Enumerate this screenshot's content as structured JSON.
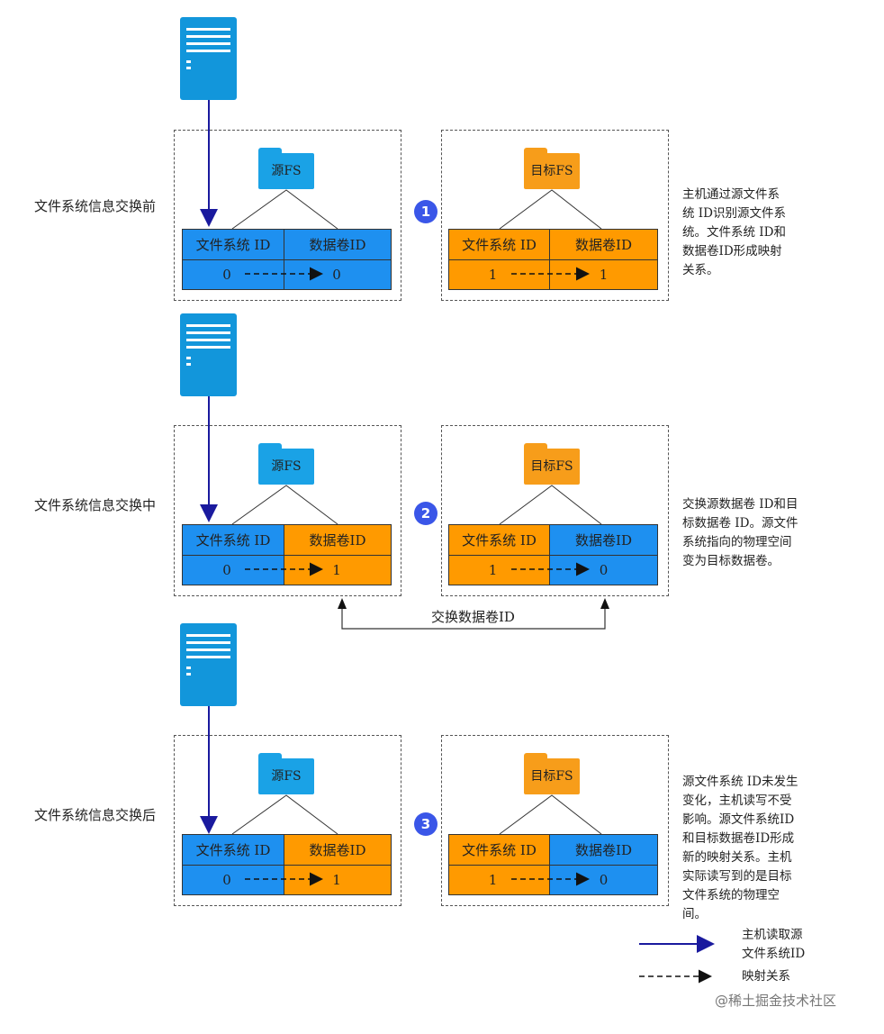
{
  "stages": [
    {
      "label": "文件系统信息交换前",
      "step": "1",
      "source": {
        "folder": "源FS",
        "col1": "文件系统 ID",
        "col2": "数据卷ID",
        "v1": "0",
        "v2": "0"
      },
      "target": {
        "folder": "目标FS",
        "col1": "文件系统 ID",
        "col2": "数据卷ID",
        "v1": "1",
        "v2": "1"
      },
      "note": [
        "主机通过源文件系",
        "统 ID识别源文件系",
        "统。文件系统 ID和",
        "数据卷ID形成映射",
        "关系。"
      ]
    },
    {
      "label": "文件系统信息交换中",
      "step": "2",
      "source": {
        "folder": "源FS",
        "col1": "文件系统 ID",
        "col2": "数据卷ID",
        "v1": "0",
        "v2": "1"
      },
      "target": {
        "folder": "目标FS",
        "col1": "文件系统 ID",
        "col2": "数据卷ID",
        "v1": "1",
        "v2": "0"
      },
      "note": [
        "交换源数据卷 ID和目",
        "标数据卷 ID。源文件",
        "系统指向的物理空间",
        "变为目标数据卷。"
      ]
    },
    {
      "label": "文件系统信息交换后",
      "step": "3",
      "source": {
        "folder": "源FS",
        "col1": "文件系统 ID",
        "col2": "数据卷ID",
        "v1": "0",
        "v2": "1"
      },
      "target": {
        "folder": "目标FS",
        "col1": "文件系统 ID",
        "col2": "数据卷ID",
        "v1": "1",
        "v2": "0"
      },
      "note": [
        "源文件系统 ID未发生",
        "变化，主机读写不受",
        "影响。源文件系统ID",
        "和目标数据卷ID形成",
        "新的映射关系。主机",
        "实际读写到的是目标",
        "文件系统的物理空",
        "间。"
      ]
    }
  ],
  "swap_label": "交换数据卷ID",
  "legend": {
    "host_read": [
      "主机读取源",
      "文件系统ID"
    ],
    "mapping": "映射关系"
  },
  "watermark": "@稀土掘金技术社区",
  "colors": {
    "blue": "#1e90f0",
    "orange": "#ff9a00",
    "arrow_navy": "#1a1a9e",
    "badge": "#3a56e8",
    "server": "#1296db"
  }
}
